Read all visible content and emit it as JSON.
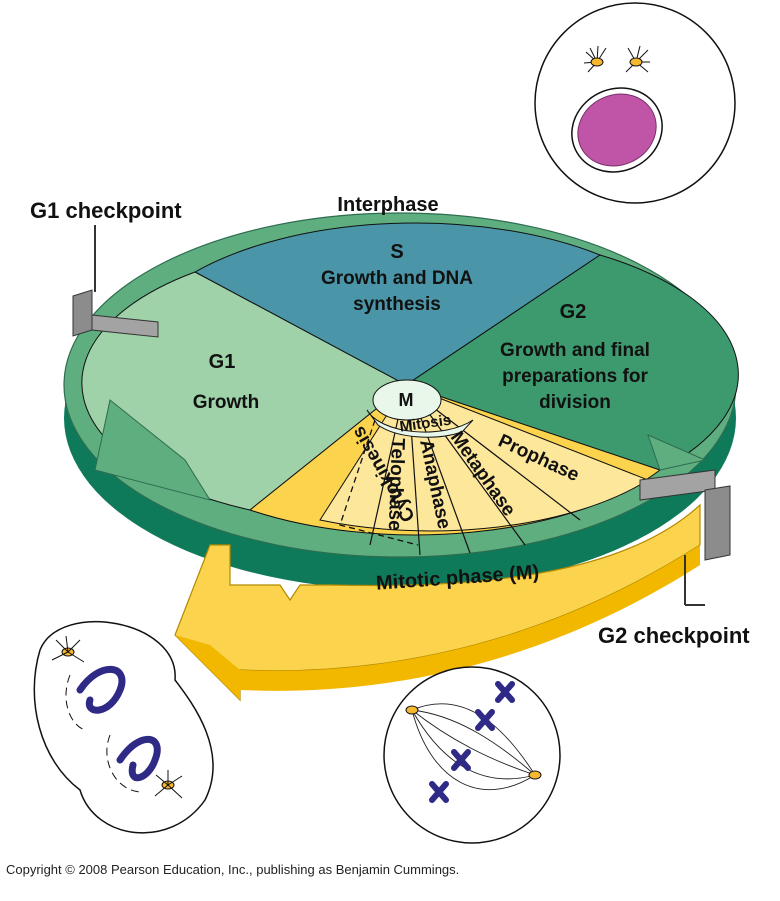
{
  "labels": {
    "g1_checkpoint": "G1 checkpoint",
    "g2_checkpoint": "G2 checkpoint",
    "interphase": "Interphase",
    "s_title": "S",
    "s_sub1": "Growth and DNA",
    "s_sub2": "synthesis",
    "g1_title": "G1",
    "g1_sub": "Growth",
    "g2_title": "G2",
    "g2_sub1": "Growth and final",
    "g2_sub2": "preparations for",
    "g2_sub3": "division",
    "m_title": "M",
    "mitosis": "Mitosis",
    "prophase": "Prophase",
    "metaphase": "Metaphase",
    "anaphase": "Anaphase",
    "telophase": "Telophase",
    "cytokinesis": "Cytokinesis",
    "mitotic_phase": "Mitotic phase (M)"
  },
  "copyright": "Copyright © 2008 Pearson Education, Inc., publishing as Benjamin Cummings.",
  "colors": {
    "interphase_ring": "#5fae80",
    "ring_side": "#0f7a5a",
    "s_phase": "#4b95a8",
    "g1_phase": "#9fd2a8",
    "g2_phase": "#3c9a6e",
    "mitotic": "#fcd34d",
    "mitotic_light": "#fde79a",
    "mitotic_dark": "#f2b800",
    "nucleus": "#c055a8",
    "chromosome": "#2e2a86"
  }
}
